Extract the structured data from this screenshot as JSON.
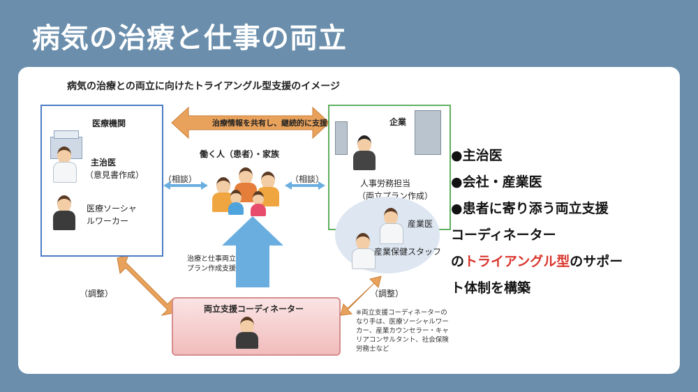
{
  "slide": {
    "title": "病気の治療と仕事の両立"
  },
  "diagram": {
    "title": "病気の治療との両立に向けたトライアングル型支援のイメージ",
    "medical": {
      "heading": "医療機関",
      "doctor": "主治医",
      "doctor_sub": "（意見書作成）",
      "msw_line1": "医療ソーシャ",
      "msw_line2": "ルワーカー"
    },
    "top_arrow": "治療情報を共有し、継続的に支援",
    "worker": "働く人（患者）・家族",
    "consult_left": "（相談）",
    "consult_right": "（相談）",
    "company": {
      "heading": "企業",
      "hr_line1": "人事労務担当",
      "hr_line2": "（両立プラン作成）",
      "occ_doctor": "産業医",
      "occ_staff": "産業保健スタッフ"
    },
    "plan_line1": "治療と仕事両立",
    "plan_line2": "プラン作成支援",
    "adjust_left": "（調整）",
    "adjust_right": "（調整）",
    "coordinator": "両立支援コーディネーター",
    "note": [
      "※両立支援コーディネーターの",
      "なり手は、医療ソーシャルワー",
      "カー、産業カウンセラー・キャ",
      "リアコンサルタント、社会保険",
      "労務士など"
    ]
  },
  "bullets": {
    "item1": "●主治医",
    "item2": "●会社・産業医",
    "item3": "●患者に寄り添う両立支援",
    "item3_cont": "コーディネーター",
    "item4_pre": "の",
    "item4_red": "トライアングル型",
    "item4_post": "のサポー",
    "item4_cont": "ト体制を構築"
  },
  "colors": {
    "background": "#6a8eac",
    "medical_border": "#4a7bc4",
    "company_border": "#5fb05f",
    "orange_arrow": "#e9a25b",
    "blue_arrow": "#6aaee0",
    "highlight": "#d9352c"
  }
}
